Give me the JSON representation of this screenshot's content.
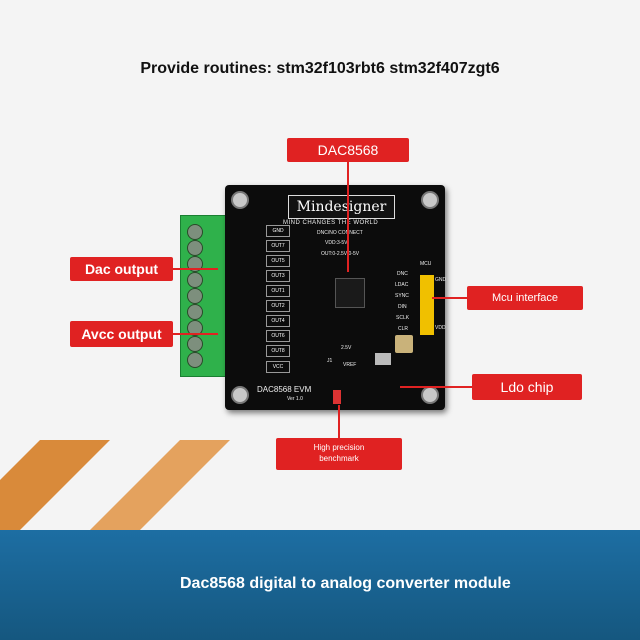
{
  "headline": "Provide routines: stm32f103rbt6 stm32f407zgt6",
  "callouts": {
    "dac8568": "DAC8568",
    "dac_output": "Dac output",
    "avcc_output": "Avcc output",
    "mcu_interface": "Mcu interface",
    "ldo_chip": "Ldo chip",
    "precision_line1": "High precision",
    "precision_line2": "benchmark"
  },
  "board": {
    "logo": "Mindesigner",
    "logo_tagline": "MIND CHANGES THE WORLD",
    "pins": [
      "GND",
      "OUT7",
      "OUT5",
      "OUT3",
      "OUT1",
      "OUT2",
      "OUT4",
      "OUT6",
      "OUT8",
      "VCC"
    ],
    "dnc_note": [
      "DNC/NO CONNECT",
      "VDD:3-5V",
      "OUT:0-2.5V/0-5V"
    ],
    "mcu_label": "MCU",
    "mcu_pins": [
      "DNC",
      "LDAC",
      "SYNC",
      "DIN",
      "SCLK",
      "CLR"
    ],
    "mcu_side": [
      "GND",
      "VDD"
    ],
    "model": "DAC8568 EVM",
    "version": "Ver 1.0",
    "j1": "J1",
    "vref": "VREF",
    "jumper": "2.5V"
  },
  "caption": "Dac8568 digital to analog converter module",
  "colors": {
    "callout_red": "#e02222",
    "band_blue": "#1d6ea3",
    "terminal_green": "#2fb14b",
    "header_yellow": "#f0c000"
  }
}
